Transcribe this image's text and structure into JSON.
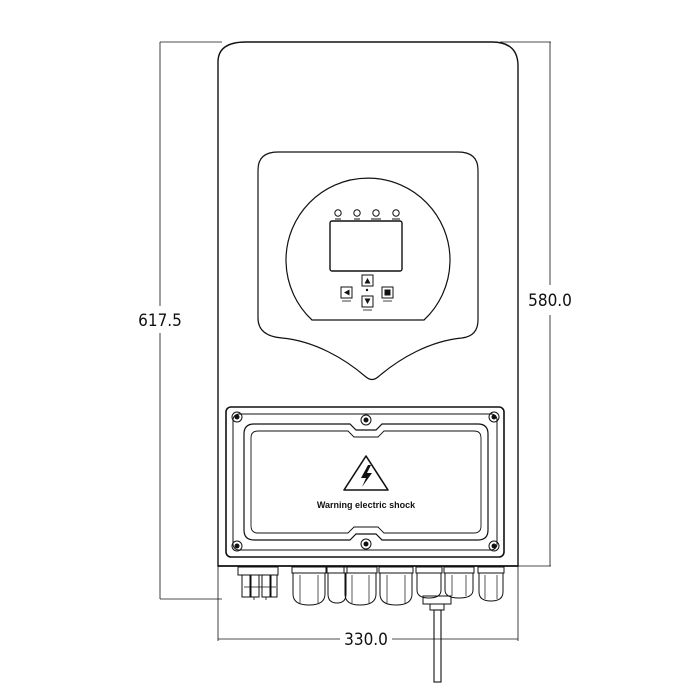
{
  "dimensions": {
    "total_height": "617.5",
    "body_height": "580.0",
    "width": "330.0"
  },
  "cover": {
    "warning_text": "Warning electric shock",
    "warning_icon": "lightning-bolt-triangle-icon"
  },
  "display": {
    "indicator_count": 4,
    "button_icons": [
      "left-arrow-icon",
      "up-arrow-icon",
      "down-arrow-icon",
      "enter-icon"
    ]
  },
  "colors": {
    "line": "#111111",
    "background": "#ffffff"
  }
}
